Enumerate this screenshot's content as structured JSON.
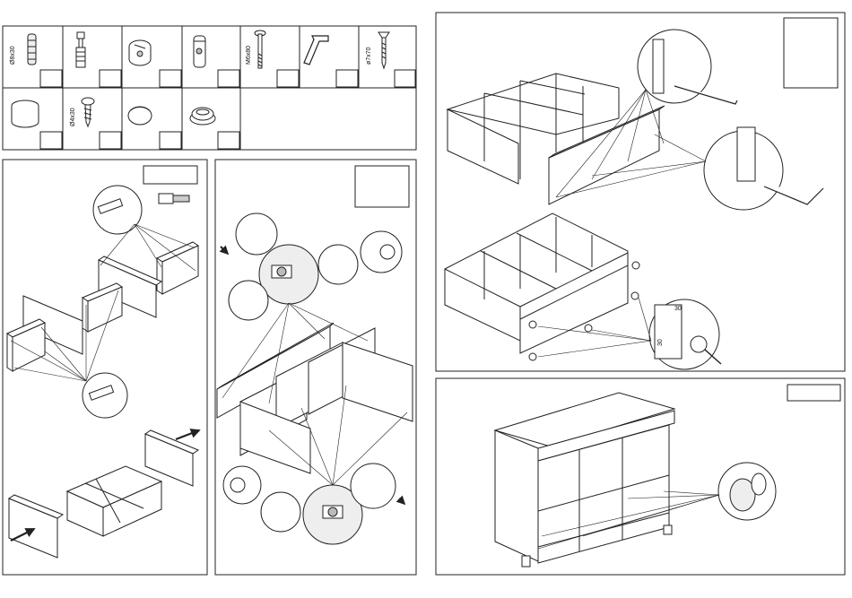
{
  "hardware": [
    {
      "id": "dowel",
      "label": "Ø8x30",
      "icon": "wooden-dowel-icon"
    },
    {
      "id": "cam-bolt",
      "label": "",
      "icon": "cam-bolt-icon"
    },
    {
      "id": "cam-lock",
      "label": "",
      "icon": "cam-lock-icon"
    },
    {
      "id": "barrel-nut",
      "label": "",
      "icon": "barrel-nut-icon"
    },
    {
      "id": "bolt",
      "label": "M6x80",
      "icon": "bolt-icon"
    },
    {
      "id": "allen-key",
      "label": "",
      "icon": "allen-key-icon"
    },
    {
      "id": "screw-large",
      "label": "ø7x70",
      "icon": "countersunk-screw-icon"
    },
    {
      "id": "foot",
      "label": "",
      "icon": "furniture-foot-icon"
    },
    {
      "id": "screw-small",
      "label": "Ø4x30",
      "icon": "small-screw-icon"
    },
    {
      "id": "cap",
      "label": "",
      "icon": "cover-cap-icon"
    },
    {
      "id": "cam-cap",
      "label": "",
      "icon": "cam-cover-cap-icon"
    }
  ],
  "dimensions": {
    "top": "30",
    "side": "30"
  },
  "colors": {
    "line": "#222222",
    "detail": "#dddddd",
    "background": "#ffffff"
  }
}
